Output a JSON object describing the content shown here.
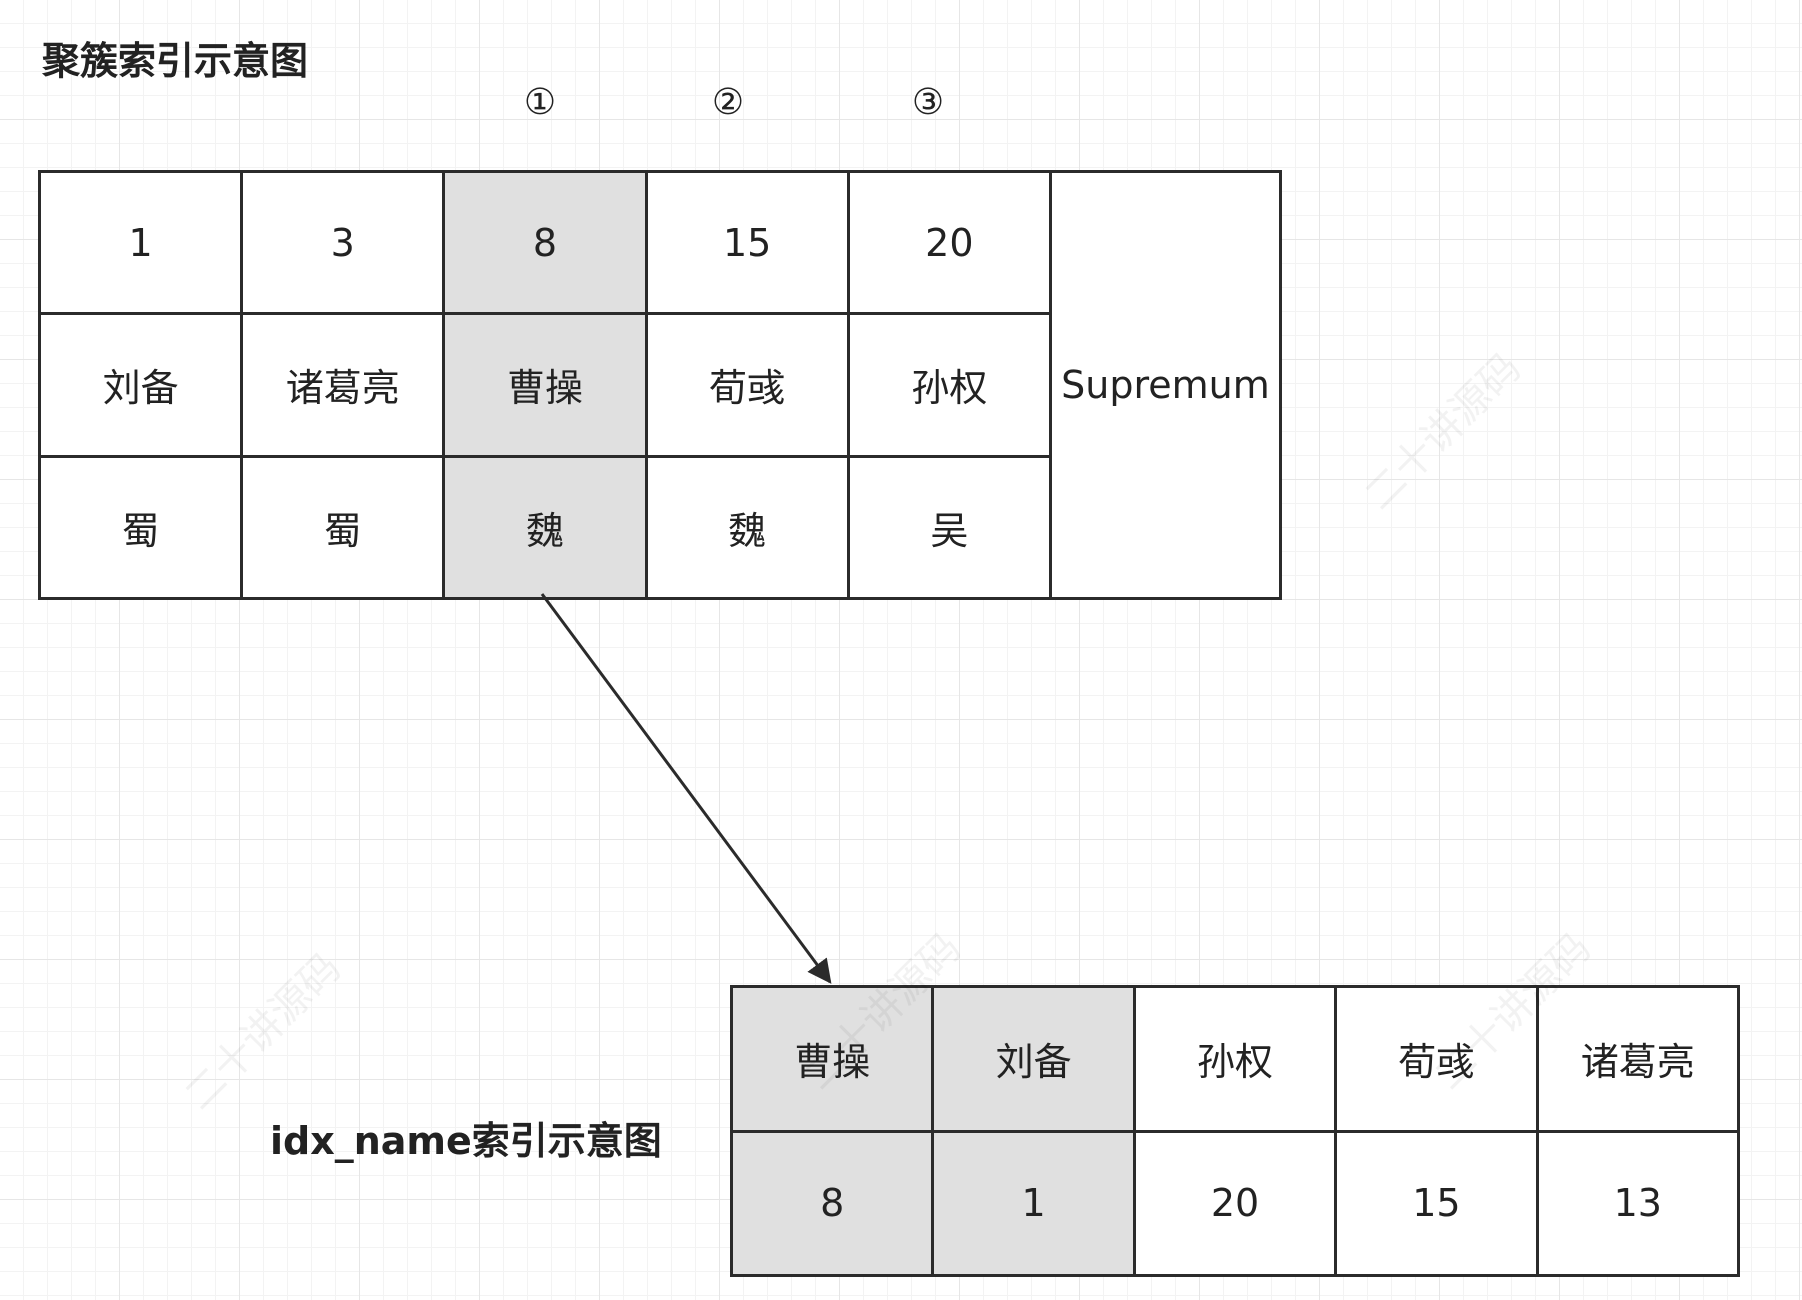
{
  "titles": {
    "clustered": "聚簇索引示意图",
    "idx_name": "idx_name索引示意图"
  },
  "markers": [
    "①",
    "②",
    "③"
  ],
  "clustered_index": {
    "ids": [
      "1",
      "3",
      "8",
      "15",
      "20"
    ],
    "names": [
      "刘备",
      "诸葛亮",
      "曹操",
      "荀彧",
      "孙权"
    ],
    "kingdoms": [
      "蜀",
      "蜀",
      "魏",
      "魏",
      "吴"
    ],
    "supremum": "Supremum",
    "highlight_color": "#e0e0e0"
  },
  "idx_name_index": {
    "names": [
      "曹操",
      "刘备",
      "孙权",
      "荀彧",
      "诸葛亮"
    ],
    "ids": [
      "8",
      "1",
      "20",
      "15",
      "13"
    ]
  },
  "watermark": "二十讲源码"
}
